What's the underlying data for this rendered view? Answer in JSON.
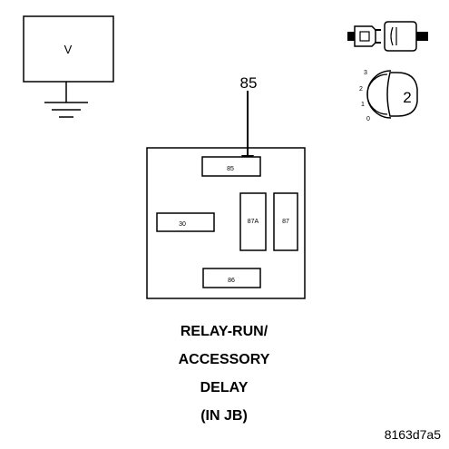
{
  "meter": {
    "symbol": "V"
  },
  "probe_pin": "85",
  "relay": {
    "terminals": [
      {
        "id": "t85",
        "label": "85"
      },
      {
        "id": "t30",
        "label": "30"
      },
      {
        "id": "t87a",
        "label": "87A"
      },
      {
        "id": "t87",
        "label": "87"
      },
      {
        "id": "t86",
        "label": "86"
      }
    ]
  },
  "ignition": {
    "positions": [
      "3",
      "2",
      "1",
      "0"
    ],
    "selected": "2"
  },
  "caption": {
    "lines": [
      "RELAY-RUN/",
      "ACCESSORY",
      "DELAY",
      "(IN JB)"
    ]
  },
  "figure_code": "8163d7a5"
}
